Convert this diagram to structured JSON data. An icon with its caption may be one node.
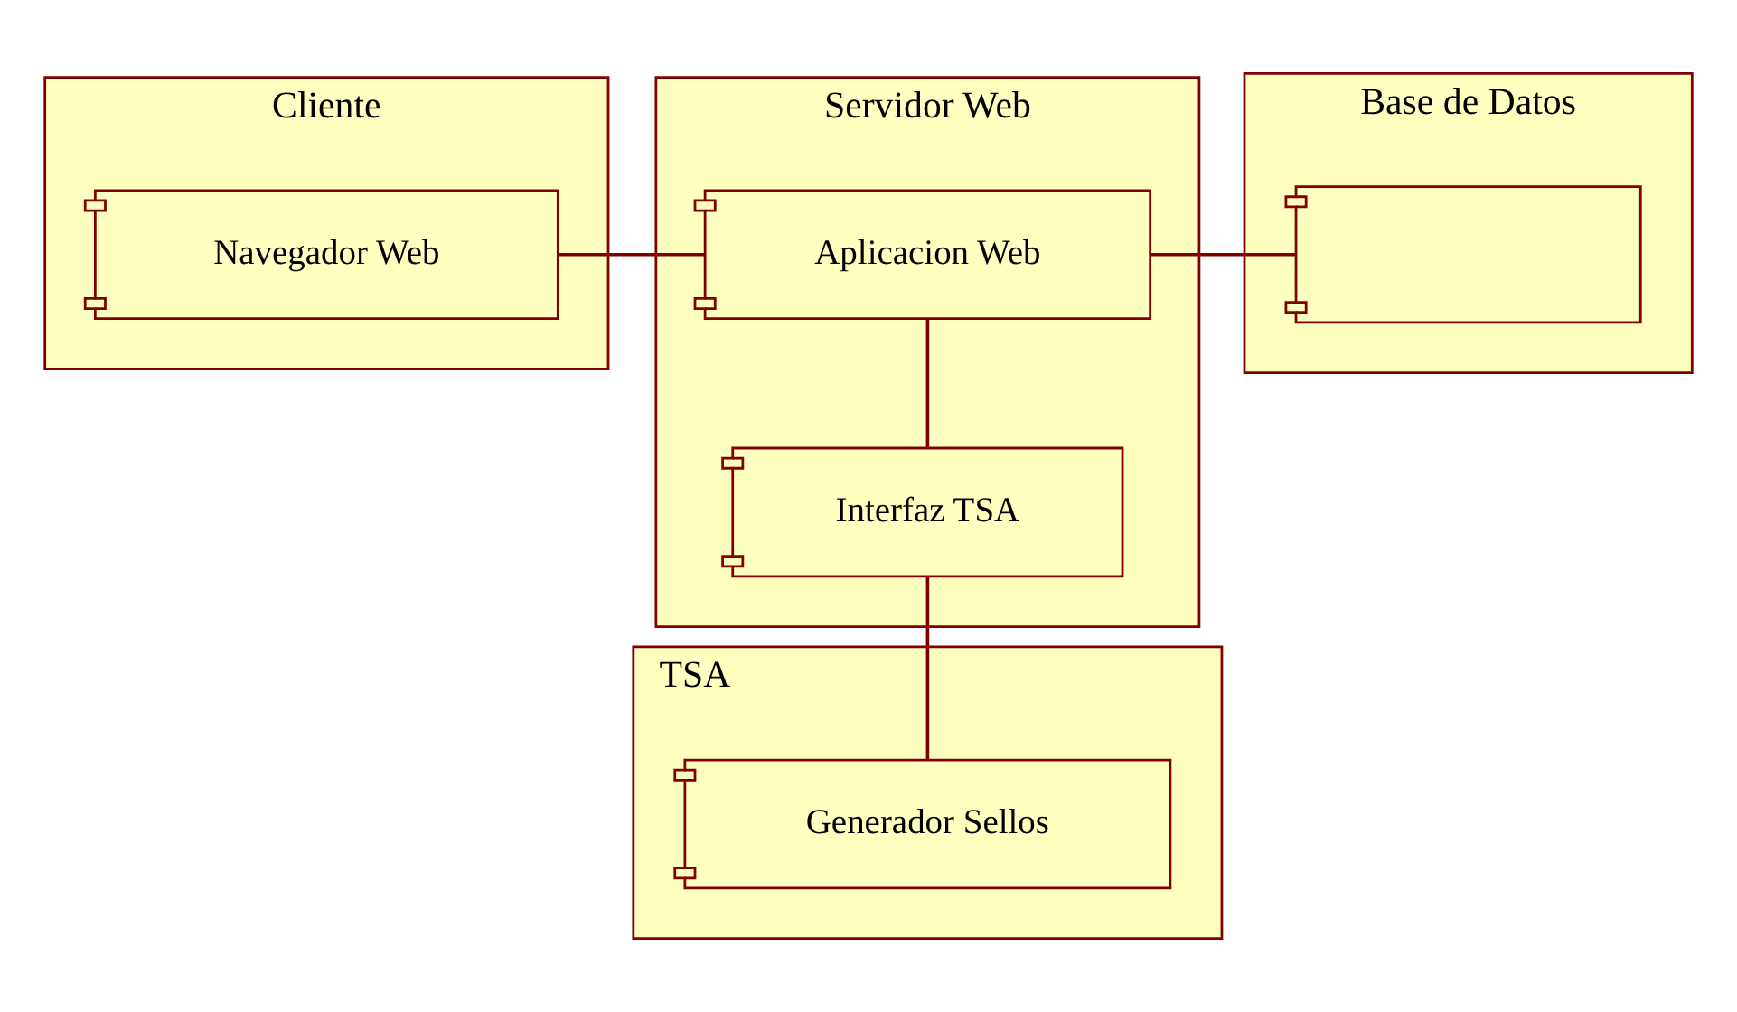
{
  "diagram": {
    "nodes": [
      {
        "text": [
          "Cliente"
        ]
      },
      {
        "text": [
          "Navegador Web"
        ],
        "in": 0
      },
      {
        "text": [
          "Servidor Web"
        ]
      },
      {
        "text": [
          "Aplicacion Web"
        ],
        "in": 2
      },
      {
        "text": [
          "Interfaz TSA"
        ],
        "in": 2
      },
      {
        "text": [
          "Base de Datos"
        ]
      },
      {
        "text": [],
        "shape": "box",
        "in": 5
      },
      {
        "text": [
          "TSA"
        ]
      },
      {
        "text": [
          "Generador Sellos"
        ],
        "in": 7
      }
    ],
    "edges": [
      {
        "from": 1,
        "to": 3,
        "arrow": "none"
      },
      {
        "from": 3,
        "to": 6,
        "arrow": "none"
      },
      {
        "from": 3,
        "to": 4,
        "arrow": "none"
      },
      {
        "from": 4,
        "to": 8,
        "arrow": "none"
      }
    ]
  }
}
